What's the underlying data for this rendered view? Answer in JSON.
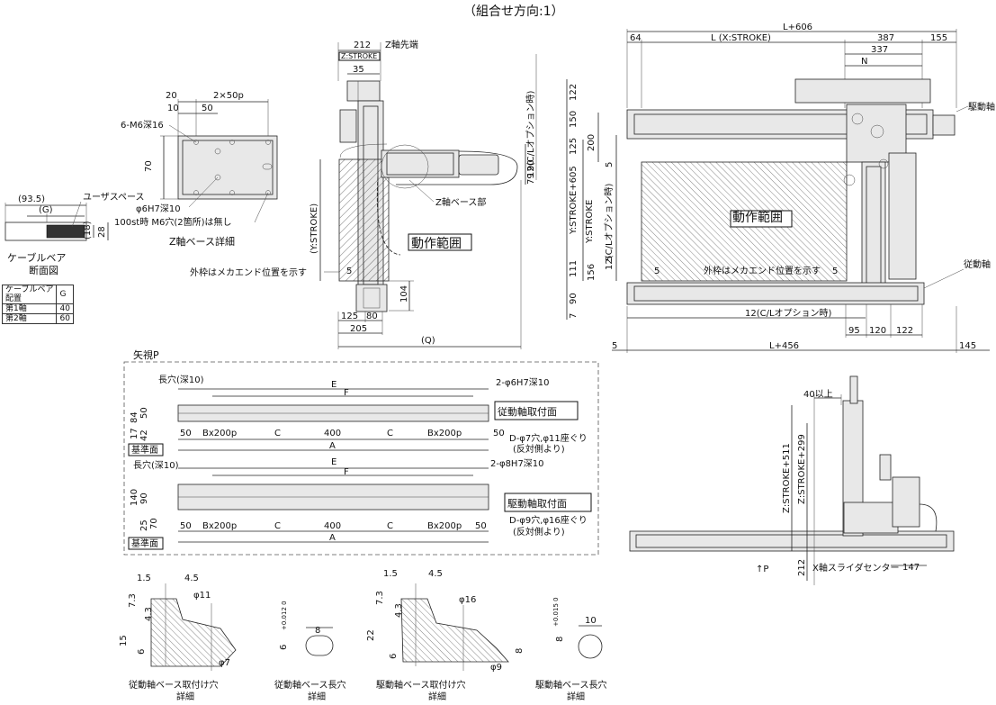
{
  "title": "（組合せ方向:1）",
  "z_base_detail": {
    "caption": "Z軸ベース詳細",
    "d_20": "20",
    "d_2x50p": "2×50p",
    "d_10": "10",
    "d_50": "50",
    "d_6m6": "6-M6深16",
    "d_70": "70",
    "d_phi6": "φ6H7深10",
    "note_100st": "100st時 M6穴(2箇所)は無し"
  },
  "cable_bear": {
    "caption_l1": "ケーブルベア",
    "caption_l2": "断面図",
    "d_935": "(93.5)",
    "d_g": "(G)",
    "user_space": "ユーザスペース",
    "d_18": "(18)",
    "d_28": "28",
    "table": {
      "header": [
        "ケーブルベア\n配置",
        "G"
      ],
      "rows": [
        [
          "第1軸",
          "40"
        ],
        [
          "第2軸",
          "60"
        ]
      ]
    }
  },
  "side_view": {
    "d_212": "212",
    "z_tip": "Z軸先端",
    "z_stroke": "Z:STROKE",
    "d_35": "35",
    "y_stroke": "(Y:STROKE)",
    "d_12_cl": "12(C/Lオプション時)",
    "d_90": "90",
    "d_79": "79",
    "z_base_part": "Z軸ベース部",
    "work_range": "動作範囲",
    "outer_note": "外枠はメカエンド位置を示す",
    "d_5": "5",
    "d_104": "104",
    "d_125": "125",
    "d_80": "80",
    "d_205": "205",
    "d_q": "(Q)"
  },
  "top_view": {
    "d_l606": "L+606",
    "d_64": "64",
    "d_lx": "L (X:STROKE)",
    "d_387": "387",
    "d_155": "155",
    "d_337": "337",
    "d_n": "N",
    "drive_axis": "駆動軸",
    "driven_axis": "従動軸",
    "d_y605": "Y:STROKE+605",
    "d_ystroke": "Y:STROKE",
    "d_122": "122",
    "d_150": "150",
    "d_125": "125",
    "d_200": "200",
    "d_12cl_v": "12(C/Lオプション時)",
    "d_5": "5",
    "work_range": "動作範囲",
    "outer_note": "外枠はメカエンド位置を示す",
    "d_111": "111",
    "d_156": "156",
    "d_90": "90",
    "d_7": "7",
    "d_12cl_h": "12(C/Lオプション時)",
    "d_95": "95",
    "d_120": "120",
    "d_122b": "122",
    "d_l456": "L+456",
    "d_145": "145"
  },
  "view_p": {
    "label": "矢視P",
    "driven": {
      "slot": "長穴(深10)",
      "e": "E",
      "f": "F",
      "hole": "2-φ6H7深10",
      "d_84": "84",
      "d_50": "50",
      "d_42": "42",
      "d_17": "17",
      "segs": [
        "50",
        "Bx200p",
        "C",
        "400",
        "C",
        "Bx200p",
        "50"
      ],
      "a": "A",
      "d_hole": "D-φ7穴,φ11座ぐり",
      "opp": "(反対側より)",
      "label": "従動軸取付面",
      "ref": "基準面"
    },
    "drive": {
      "slot": "長穴(深10)",
      "e": "E",
      "f": "F",
      "hole": "2-φ8H7深10",
      "d_140": "140",
      "d_90": "90",
      "d_70": "70",
      "d_25": "25",
      "segs": [
        "50",
        "Bx200p",
        "C",
        "400",
        "C",
        "Bx200p",
        "50"
      ],
      "a": "A",
      "d_hole": "D-φ9穴,φ16座ぐり",
      "opp": "(反対側より)",
      "label": "駆動軸取付面",
      "ref": "基準面"
    }
  },
  "front_view": {
    "d_40": "40以上",
    "d_z511": "Z:STROKE+511",
    "d_z299": "Z:STROKE+299",
    "d_212": "212",
    "p_arrow": "↑P",
    "x_center": "X軸スライダセンター",
    "d_147": "147"
  },
  "details": [
    {
      "l1": "従動軸ベース取付け穴",
      "l2": "詳細",
      "d_15a": "1.5",
      "d_45": "4.5",
      "d_73": "7.3",
      "d_43": "4.3",
      "d_phi": "φ11",
      "d_15": "15",
      "d_6": "6",
      "d_phi2": "φ7"
    },
    {
      "l1": "従動軸ベース長穴",
      "l2": "詳細",
      "d_w": "8",
      "d_h": "6",
      "tol": "+0.012 0"
    },
    {
      "l1": "駆動軸ベース取付け穴",
      "l2": "詳細",
      "d_15a": "1.5",
      "d_45": "4.5",
      "d_73": "7.3",
      "d_43": "4.3",
      "d_phi": "φ16",
      "d_22": "22",
      "d_6": "6",
      "d_8": "8",
      "d_phi2": "φ9"
    },
    {
      "l1": "駆動軸ベース長穴",
      "l2": "詳細",
      "d_w": "10",
      "d_h": "8",
      "tol": "+0.015 0"
    }
  ]
}
